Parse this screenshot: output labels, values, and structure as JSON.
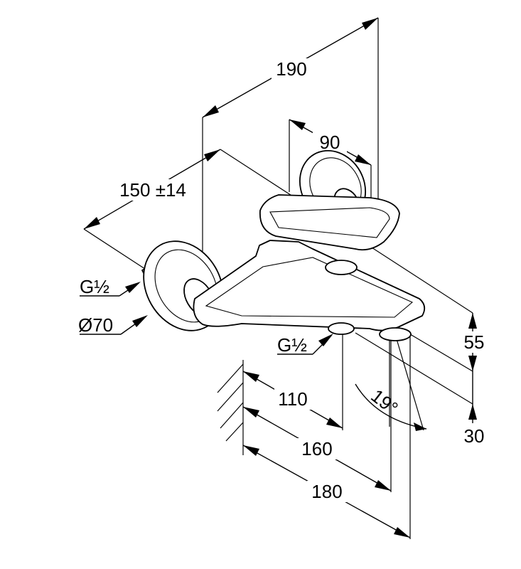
{
  "dimensions": {
    "overall_depth": "190",
    "handle_width": "90",
    "connection_spacing": "150 ±14",
    "outlet_height": "55",
    "outlet_below": "30",
    "outlet_offset_110": "110",
    "outlet_offset_160": "160",
    "outlet_offset_180": "180",
    "swivel_angle": "19°"
  },
  "thread_labels": {
    "inlet_connection": "G½",
    "outlet_connection": "G½",
    "rosette_diameter": "Ø70"
  }
}
